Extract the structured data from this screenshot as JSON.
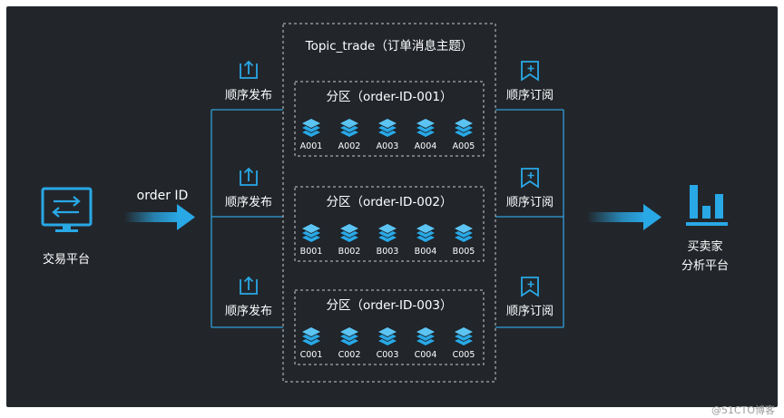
{
  "diagram": {
    "topic_title": "Topic_trade（订单消息主题）",
    "source": {
      "label": "交易平台",
      "icon": "monitor-transfer-icon"
    },
    "flow_label": "order ID",
    "publish_label": "顺序发布",
    "subscribe_label": "顺序订阅",
    "consumer": {
      "label_line1": "买卖家",
      "label_line2": "分析平台",
      "icon": "bar-chart-icon"
    },
    "partitions": [
      {
        "title": "分区（order-ID-001）",
        "messages": [
          "A001",
          "A002",
          "A003",
          "A004",
          "A005"
        ]
      },
      {
        "title": "分区（order-ID-002）",
        "messages": [
          "B001",
          "B002",
          "B003",
          "B004",
          "B005"
        ]
      },
      {
        "title": "分区（order-ID-003）",
        "messages": [
          "C001",
          "C002",
          "C003",
          "C004",
          "C005"
        ]
      }
    ],
    "colors": {
      "background": "#22262b",
      "accent": "#29a8e6",
      "line": "#2f9fd8",
      "border": "#c9c9c9"
    }
  },
  "watermark": "@51CTO博客"
}
